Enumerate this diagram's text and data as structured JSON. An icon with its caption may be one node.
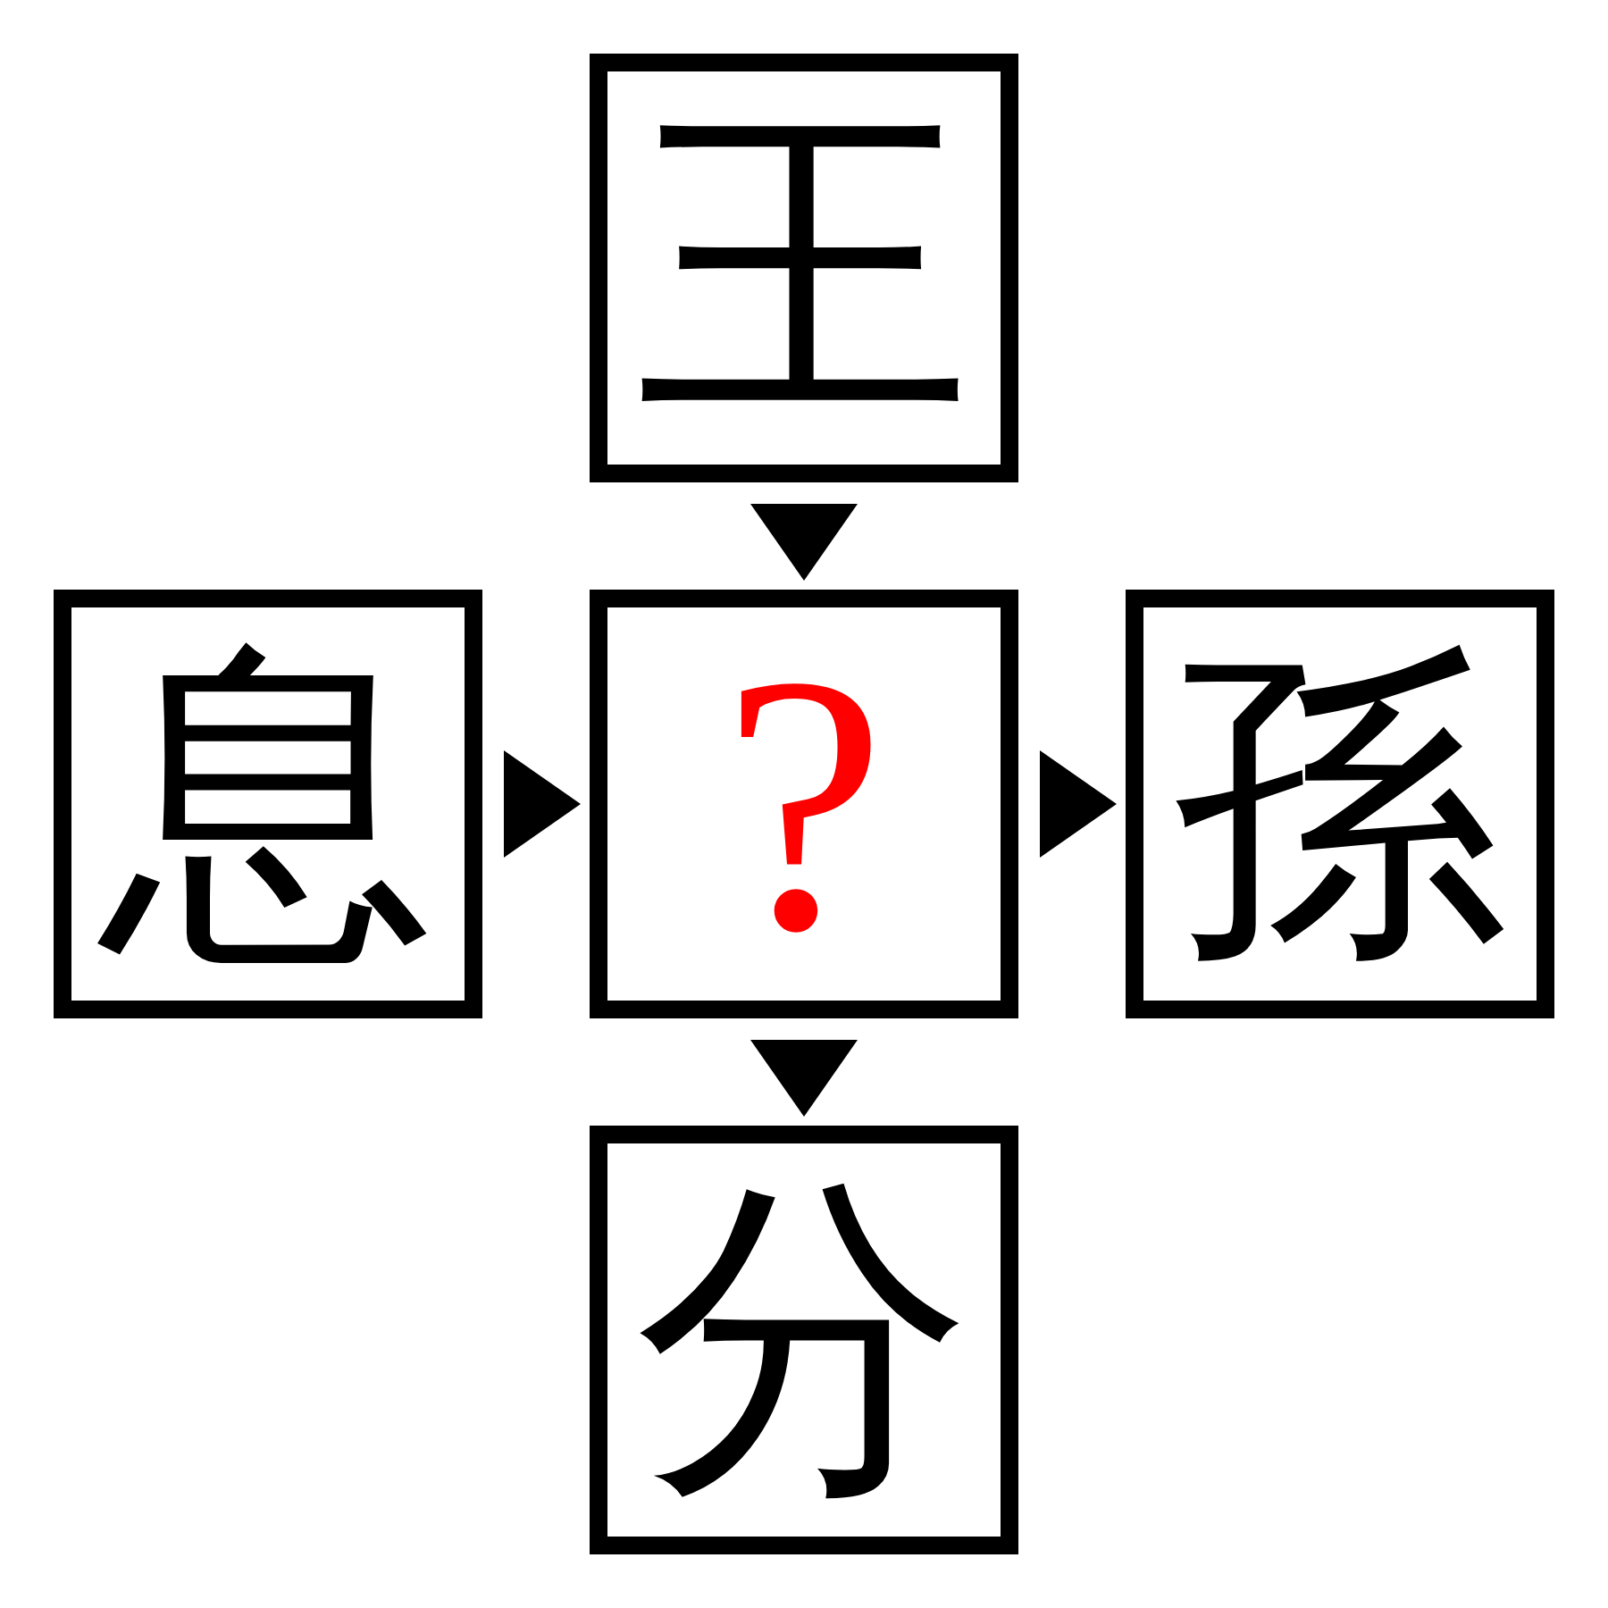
{
  "diagram": {
    "nodes": [
      {
        "text": [
          "王"
        ]
      },
      {
        "text": [
          "息"
        ]
      },
      {
        "text": [
          "?"
        ]
      },
      {
        "text": [
          "孫"
        ]
      },
      {
        "text": [
          "分"
        ]
      }
    ],
    "edges": [
      {
        "from": 0,
        "to": 2,
        "arrow": "to"
      },
      {
        "from": 1,
        "to": 2,
        "arrow": "to"
      },
      {
        "from": 2,
        "to": 3,
        "arrow": "to"
      },
      {
        "from": 2,
        "to": 4,
        "arrow": "to"
      }
    ]
  }
}
